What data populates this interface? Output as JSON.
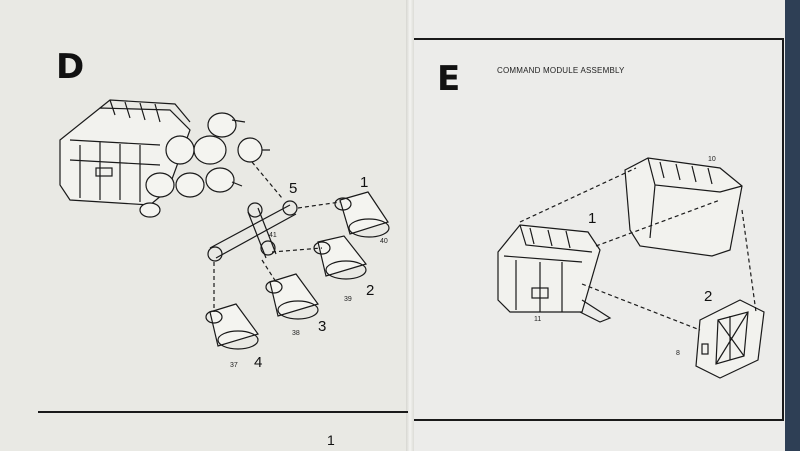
{
  "left_panel": {
    "step_letter": "D",
    "callouts": [
      "1",
      "2",
      "3",
      "4",
      "5"
    ],
    "part_numbers": [
      "40",
      "39",
      "38",
      "37",
      "41"
    ]
  },
  "right_panel": {
    "step_letter": "E",
    "title": "COMMAND MODULE ASSEMBLY",
    "callouts": [
      "1",
      "2"
    ],
    "part_numbers": [
      "10",
      "11",
      "8"
    ]
  },
  "footer": {
    "page_number": "1"
  }
}
